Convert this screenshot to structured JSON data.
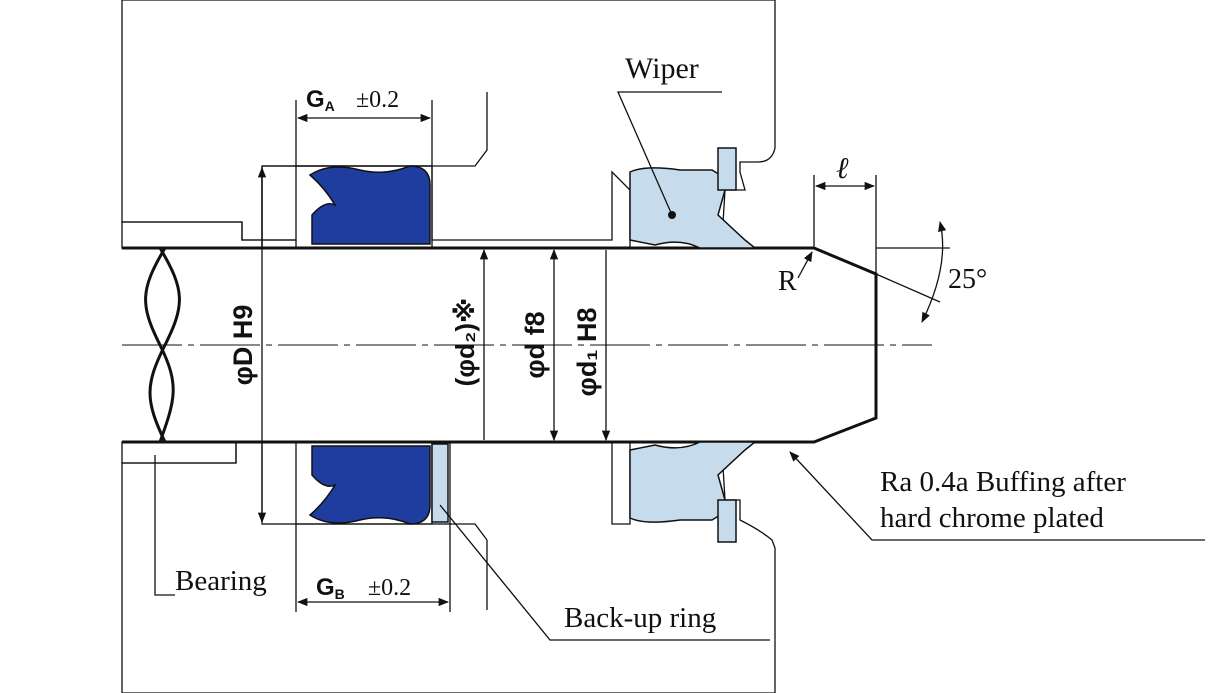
{
  "labels": {
    "wiper": "Wiper",
    "bearing": "Bearing",
    "backup_ring": "Back-up ring",
    "surface_line1": "Ra 0.4a Buffing after",
    "surface_line2": "hard chrome plated",
    "radius": "R",
    "chamfer_angle": "25°",
    "chamfer_length": "ℓ"
  },
  "dimensions": {
    "groove_a": "G",
    "groove_a_sub": "A",
    "groove_a_tol": "±0.2",
    "groove_b": "G",
    "groove_b_sub": "B",
    "groove_b_tol": "±0.2",
    "bore_diameter": "φD H9",
    "seal_id": "(φd₂)※",
    "rod_diameter": "φd f8",
    "bush_diameter": "φd₁ H8"
  },
  "colors": {
    "housing": "#d9d9d9",
    "seal": "#1e3d9e",
    "wiper": "#c6dced",
    "backup_ring": "#c6dced",
    "line": "#111111"
  }
}
